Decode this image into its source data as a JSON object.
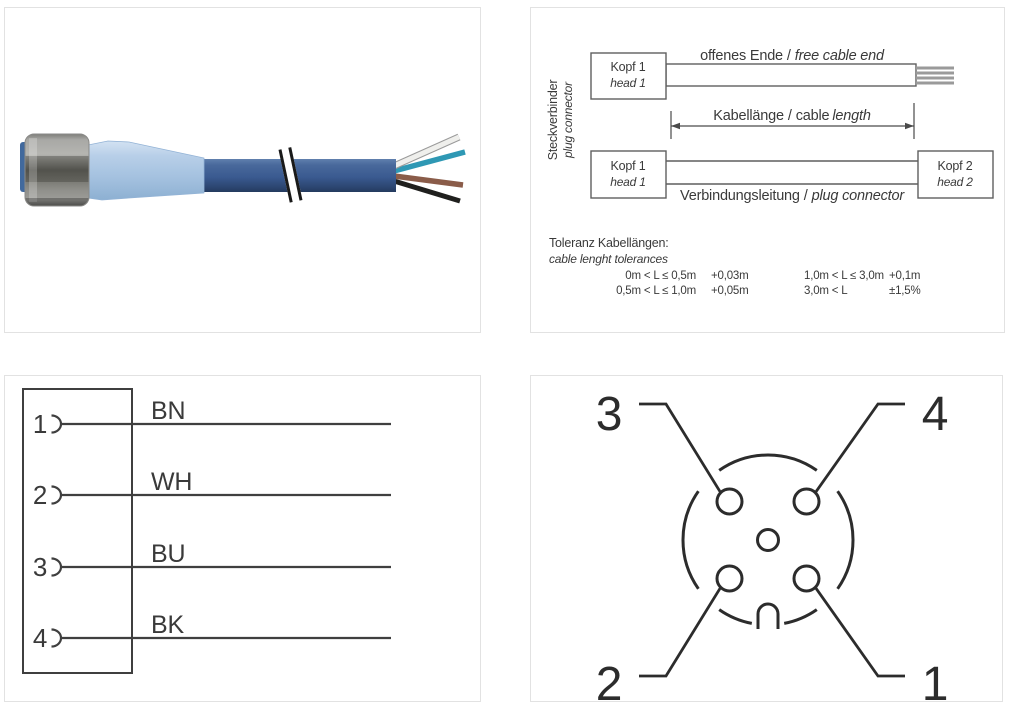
{
  "slash": "/",
  "photo": {
    "wire_colors": {
      "white": "#efefec",
      "teal": "#2e98b4",
      "brown": "#8a5c49",
      "black": "#20201e"
    }
  },
  "length_diagram": {
    "side_label_de": "Steckverbinder",
    "side_label_en": "plug connector",
    "head1_de": "Kopf 1",
    "head1_en": "head 1",
    "head2_de": "Kopf 2",
    "head2_en": "head 2",
    "open_end_de": "offenes Ende",
    "open_end_en": "free cable end",
    "length_de": "Kabellänge",
    "length_en_regular": "cable",
    "length_en_italic": "length",
    "connection_de": "Verbindungsleitung",
    "connection_en": "plug connector",
    "tol_title_de": "Toleranz Kabellängen:",
    "tol_title_en": "cable lenght tolerances",
    "tol_rows": [
      {
        "range_a": "0m < L ≤ 0,5m",
        "tol_a": "+0,03m",
        "range_b": "1,0m < L ≤ 3,0m",
        "tol_b": "+0,1m"
      },
      {
        "range_a": "0,5m < L ≤ 1,0m",
        "tol_a": "+0,05m",
        "range_b": "3,0m < L",
        "tol_b": "±1,5%"
      }
    ]
  },
  "wiring": {
    "rows": [
      {
        "pin": "1",
        "code": "BN"
      },
      {
        "pin": "2",
        "code": "WH"
      },
      {
        "pin": "3",
        "code": "BU"
      },
      {
        "pin": "4",
        "code": "BK"
      }
    ]
  },
  "pinout": {
    "top_left": "3",
    "top_right": "4",
    "bottom_left": "2",
    "bottom_right": "1"
  }
}
